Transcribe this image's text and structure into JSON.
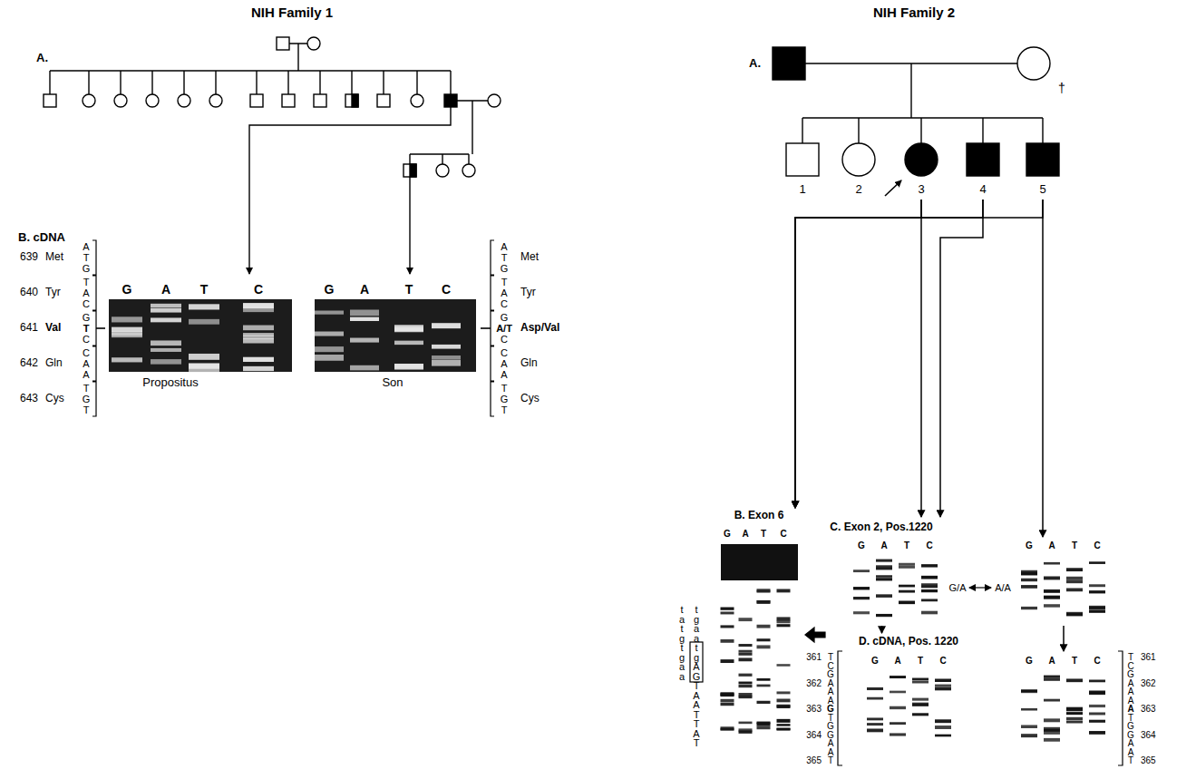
{
  "diagram": {
    "nodes": [
      {
        "text": [
          "G",
          "A",
          "T",
          "C",
          "Propositus"
        ]
      },
      {
        "text": [
          "G",
          "A",
          "T",
          "C",
          "Son"
        ]
      },
      {
        "text": [
          "1"
        ]
      },
      {
        "text": [
          "2"
        ]
      },
      {
        "text": [
          "3"
        ]
      },
      {
        "text": [
          "4"
        ]
      },
      {
        "text": [
          "5"
        ]
      },
      {
        "text": [
          "B. Exon 6",
          "G",
          "A",
          "T",
          "C"
        ]
      },
      {
        "text": [
          "C. Exon 2, Pos.1220",
          "G",
          "A",
          "T",
          "C"
        ]
      },
      {
        "text": [
          "G",
          "A",
          "T",
          "C"
        ]
      },
      {
        "text": [
          "D. cDNA, Pos. 1220",
          "G",
          "A",
          "T",
          "C"
        ]
      },
      {
        "text": [
          "G",
          "A",
          "T",
          "C"
        ]
      }
    ],
    "edges": [
      {
        "from": 4,
        "to": 7,
        "arrow": "to"
      },
      {
        "from": 5,
        "to": 7,
        "arrow": "to"
      },
      {
        "from": 6,
        "to": 7,
        "arrow": "to"
      },
      {
        "from": 4,
        "to": 8,
        "arrow": "to"
      },
      {
        "from": 5,
        "to": 8,
        "arrow": "to"
      },
      {
        "from": 6,
        "to": 9,
        "arrow": "to"
      },
      {
        "from": 8,
        "to": 10,
        "arrow": "to"
      },
      {
        "from": 9,
        "to": 11,
        "arrow": "to"
      }
    ],
    "labels": [
      "NIH Family 1",
      "A.",
      "B. cDNA",
      "639",
      "640",
      "641",
      "642",
      "643",
      "Met",
      "Tyr",
      "Val",
      "Gln",
      "Cys",
      "A",
      "T",
      "G",
      "T",
      "A",
      "C",
      "G",
      "T",
      "C",
      "C",
      "A",
      "A",
      "T",
      "G",
      "T",
      "A",
      "T",
      "G",
      "T",
      "A",
      "C",
      "G",
      "A/T",
      "C",
      "C",
      "A",
      "A",
      "T",
      "G",
      "T",
      "Met",
      "Tyr",
      "Asp/Val",
      "Gln",
      "Cys",
      "NIH Family 2",
      "A.",
      "†",
      "t",
      "a",
      "t",
      "g",
      "t",
      "g",
      "a",
      "a",
      "t",
      "g",
      "a",
      "a",
      "t",
      "g",
      "A",
      "G",
      "T",
      "A",
      "A",
      "T",
      "T",
      "A",
      "T",
      "G/A",
      "A/A",
      "361",
      "362",
      "363",
      "364",
      "365",
      "T",
      "C",
      "G",
      "A",
      "A",
      "A",
      "G",
      "T",
      "G",
      "G",
      "A",
      "A",
      "T",
      "T",
      "C",
      "G",
      "A",
      "A",
      "A",
      "A",
      "T",
      "G",
      "G",
      "A",
      "A",
      "T",
      "361",
      "362",
      "363",
      "364",
      "365"
    ]
  }
}
